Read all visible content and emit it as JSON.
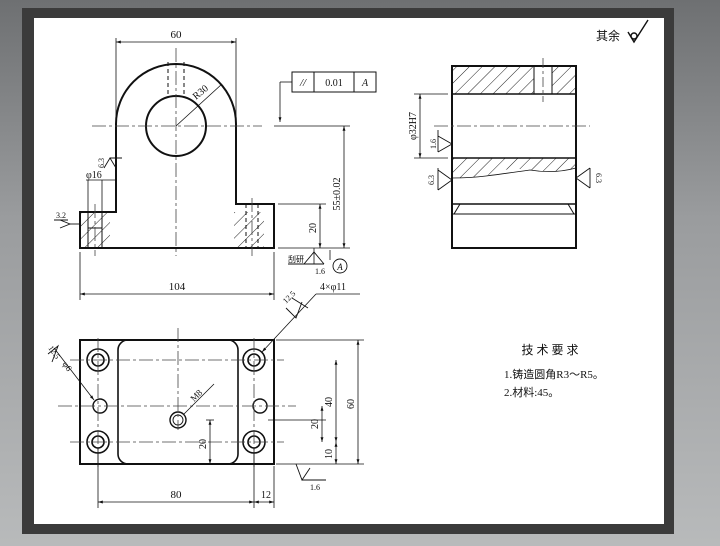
{
  "roughness": {
    "label": "其余"
  },
  "front_view": {
    "dim_width_top": "60",
    "dim_radius": "R30",
    "dim_bore_height": "55±0.02",
    "dim_base_height": "20",
    "dim_counterbore": "φ16",
    "dim_base_length": "104",
    "rough_counterbore": "6.3",
    "rough_side": "3.2",
    "rough_bottom": "1.6",
    "rough_bottom_note": "刮研"
  },
  "tolerance_frame": {
    "symbol": "//",
    "value": "0.01",
    "datum": "A"
  },
  "datum": {
    "label": "A"
  },
  "side_view": {
    "dim_bore": "φ32H7",
    "rough_bore": "1.6",
    "rough_left": "6.3",
    "rough_right": "6.3"
  },
  "top_view": {
    "dim_holes": "4×φ11",
    "rough_holes": "12.5",
    "dim_pin": "φ6",
    "rough_pin": "12.5",
    "dim_thread": "M8",
    "dim_20_center": "20",
    "dim_20_right": "20",
    "dim_40": "40",
    "dim_60": "60",
    "dim_10": "10",
    "dim_80": "80",
    "dim_12": "12",
    "rough_bottom": "1.6"
  },
  "tech_requirements": {
    "title": "技 术 要 求",
    "items": [
      "1.铸造圆角R3～R5。",
      "2.材料:45。"
    ]
  }
}
